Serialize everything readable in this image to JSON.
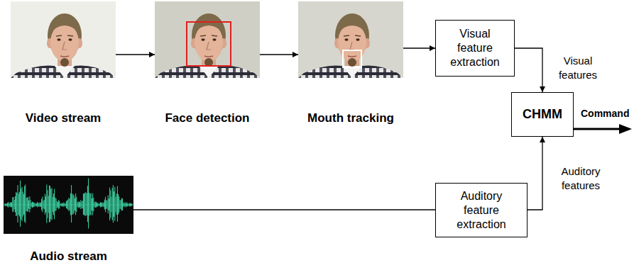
{
  "diagram": {
    "nodes": [
      {
        "text": [
          "Video stream"
        ]
      },
      {
        "text": [
          "Face detection"
        ]
      },
      {
        "text": [
          "Mouth tracking"
        ]
      },
      {
        "text": [
          "Visual feature extraction"
        ]
      },
      {
        "text": [
          "CHMM"
        ]
      },
      {
        "text": [
          "Auditory feature extraction"
        ]
      },
      {
        "text": [
          "Audio stream"
        ]
      }
    ],
    "edges": [
      {
        "from": 0,
        "to": 1,
        "arrow": "to"
      },
      {
        "from": 1,
        "to": 2,
        "arrow": "to"
      },
      {
        "from": 2,
        "to": 3,
        "arrow": "to"
      },
      {
        "from": 3,
        "to": 4,
        "arrow": "to",
        "label": "Visual features"
      },
      {
        "from": 5,
        "to": 4,
        "arrow": "to",
        "label": "Auditory features"
      },
      {
        "from": 6,
        "to": 5,
        "arrow": "none"
      }
    ],
    "labels": [
      "Command"
    ]
  }
}
